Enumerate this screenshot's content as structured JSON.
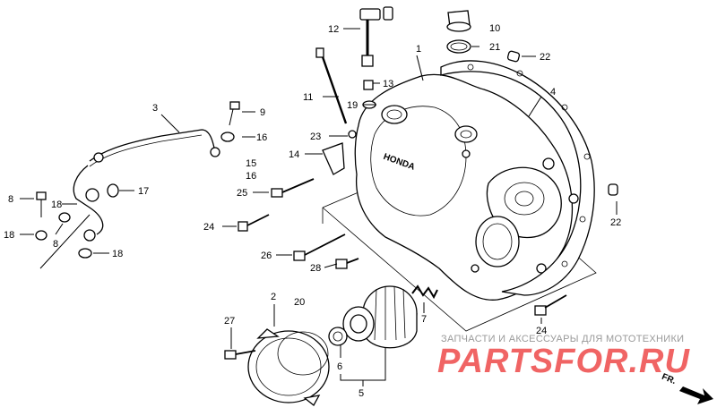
{
  "parts": [
    {
      "id": "p1",
      "label": "1"
    },
    {
      "id": "p2",
      "label": "2"
    },
    {
      "id": "p3",
      "label": "3"
    },
    {
      "id": "p4",
      "label": "4"
    },
    {
      "id": "p5",
      "label": "5"
    },
    {
      "id": "p6",
      "label": "6"
    },
    {
      "id": "p7",
      "label": "7"
    },
    {
      "id": "p8a",
      "label": "8"
    },
    {
      "id": "p8b",
      "label": "8"
    },
    {
      "id": "p9",
      "label": "9"
    },
    {
      "id": "p10",
      "label": "10"
    },
    {
      "id": "p11",
      "label": "11"
    },
    {
      "id": "p12",
      "label": "12"
    },
    {
      "id": "p13",
      "label": "13"
    },
    {
      "id": "p14",
      "label": "14"
    },
    {
      "id": "p15",
      "label": "15"
    },
    {
      "id": "p16a",
      "label": "16"
    },
    {
      "id": "p16b",
      "label": "16"
    },
    {
      "id": "p17",
      "label": "17"
    },
    {
      "id": "p18a",
      "label": "18"
    },
    {
      "id": "p18b",
      "label": "18"
    },
    {
      "id": "p18c",
      "label": "18"
    },
    {
      "id": "p19",
      "label": "19"
    },
    {
      "id": "p20",
      "label": "20"
    },
    {
      "id": "p21",
      "label": "21"
    },
    {
      "id": "p22a",
      "label": "22"
    },
    {
      "id": "p22b",
      "label": "22"
    },
    {
      "id": "p23",
      "label": "23"
    },
    {
      "id": "p24a",
      "label": "24"
    },
    {
      "id": "p24b",
      "label": "24"
    },
    {
      "id": "p25",
      "label": "25"
    },
    {
      "id": "p26",
      "label": "26"
    },
    {
      "id": "p27",
      "label": "27"
    },
    {
      "id": "p28",
      "label": "28"
    }
  ],
  "cover_emblem": "HONDA",
  "watermark": {
    "subtitle": "ЗАПЧАСТИ И АКСЕССУАРЫ ДЛЯ МОТОТЕХНИКИ",
    "brand": "PARTSFOR.RU"
  },
  "direction_marker": "FR.",
  "colors": {
    "line": "#000000",
    "background": "#ffffff",
    "watermark_brand": "#ee4a4a",
    "watermark_subtitle": "#9a9a9a"
  }
}
